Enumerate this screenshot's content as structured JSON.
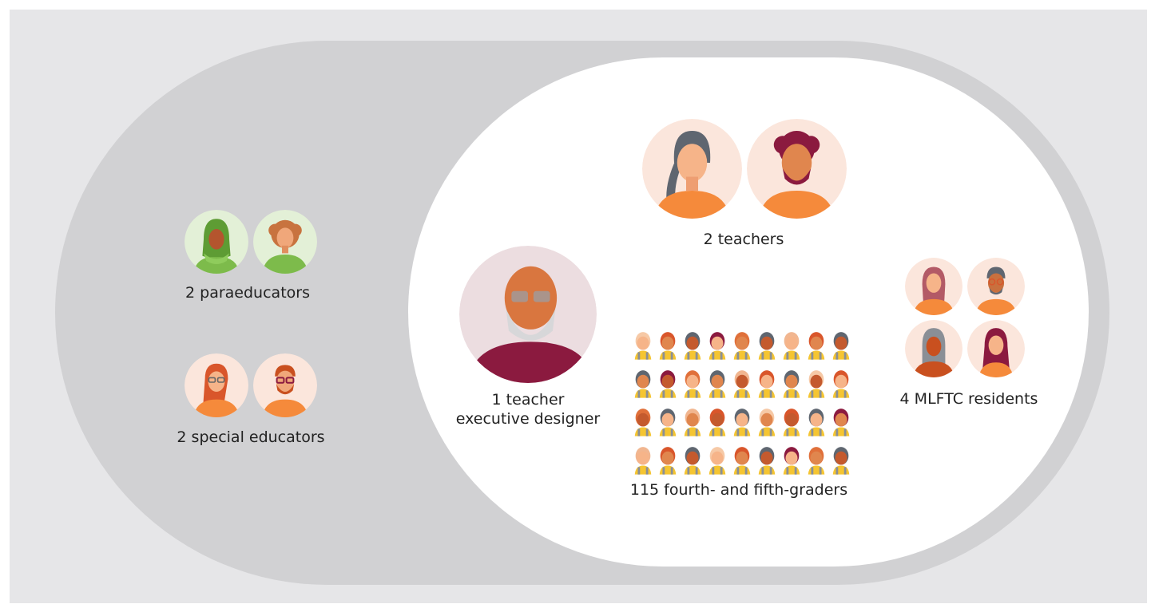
{
  "groups": {
    "paraeducators": {
      "label": "2 paraeducators"
    },
    "special_educators": {
      "label": "2 special educators"
    },
    "teachers": {
      "label": "2 teachers"
    },
    "teacher_designer": {
      "line1": "1 teacher",
      "line2": "executive designer"
    },
    "students": {
      "label": "115 fourth- and fifth-graders"
    },
    "residents": {
      "label": "4 MLFTC residents"
    }
  },
  "colors": {
    "panel": "#e6e6e8",
    "outer_zone": "#d1d1d3",
    "inner_zone": "#ffffff",
    "orange": "#f58a3b",
    "maroon": "#8b1a3f",
    "green": "#7dbb4b",
    "gray": "#5f6670",
    "skin_light": "#f6b489",
    "skin_mid": "#e0864e",
    "skin_dark": "#c45a2e"
  }
}
